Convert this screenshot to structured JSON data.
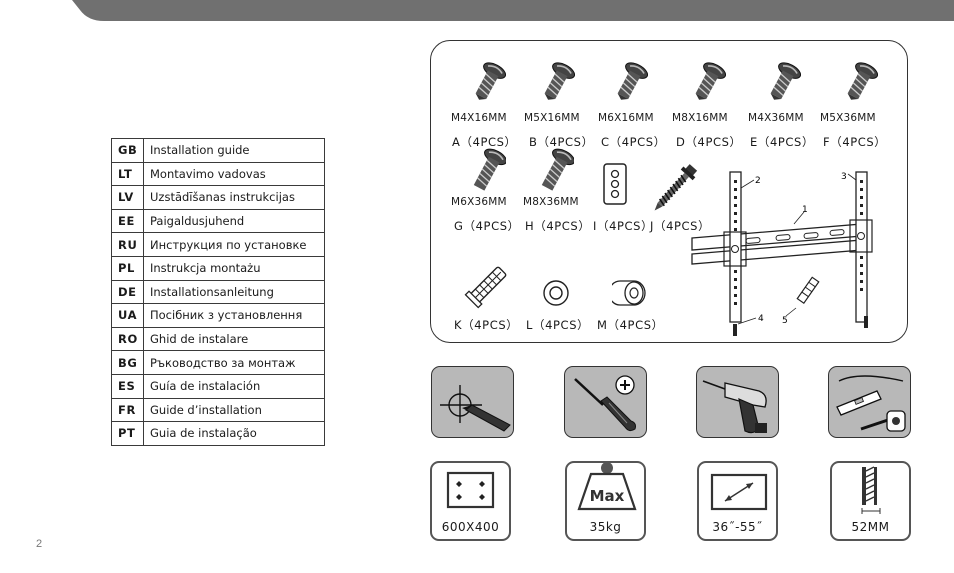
{
  "page_number": "2",
  "languages": [
    {
      "code": "GB",
      "name": "Installation guide"
    },
    {
      "code": "LT",
      "name": "Montavimo vadovas"
    },
    {
      "code": "LV",
      "name": "Uzstādīšanas instrukcijas"
    },
    {
      "code": "EE",
      "name": "Paigaldusjuhend"
    },
    {
      "code": "RU",
      "name": "Инструкция по установке"
    },
    {
      "code": "PL",
      "name": "Instrukcja montażu"
    },
    {
      "code": "DE",
      "name": "Installationsanleitung"
    },
    {
      "code": "UA",
      "name": "Посібник з установлення"
    },
    {
      "code": "RO",
      "name": "Ghid de instalare"
    },
    {
      "code": "BG",
      "name": "Ръководство за монтаж"
    },
    {
      "code": "ES",
      "name": "Guía de instalación"
    },
    {
      "code": "FR",
      "name": "Guide d’installation"
    },
    {
      "code": "PT",
      "name": "Guia de instalação"
    }
  ],
  "parts": {
    "a": {
      "size": "M4X16MM",
      "code": "A（4PCS）"
    },
    "b": {
      "size": "M5X16MM",
      "code": "B（4PCS）"
    },
    "c": {
      "size": "M6X16MM",
      "code": "C（4PCS）"
    },
    "d": {
      "size": "M8X16MM",
      "code": "D（4PCS）"
    },
    "e": {
      "size": "M4X36MM",
      "code": "E（4PCS）"
    },
    "f": {
      "size": "M5X36MM",
      "code": "F（4PCS）"
    },
    "g": {
      "size": "M6X36MM",
      "code": "G（4PCS）"
    },
    "h": {
      "size": "M8X36MM",
      "code": "H（4PCS）"
    },
    "i": {
      "code": "I（4PCS）"
    },
    "j": {
      "code": "J（4PCS）"
    },
    "k": {
      "code": "K（4PCS）"
    },
    "l": {
      "code": "L（4PCS）"
    },
    "m": {
      "code": "M（4PCS）"
    }
  },
  "bracket_callouts": [
    "1",
    "2",
    "3",
    "4",
    "5"
  ],
  "tools": [
    "marking-pencil-icon",
    "screwdriver-icon",
    "power-drill-icon",
    "level-and-tape-measure-icon"
  ],
  "specs": {
    "vesa": "600X400",
    "max_load": "35kg",
    "max_label": "Max",
    "screen_size": "36˝-55˝",
    "wall_distance": "52MM"
  },
  "colors": {
    "band": "#707070",
    "tool_bg": "#b8b8b8",
    "border": "#333333"
  }
}
